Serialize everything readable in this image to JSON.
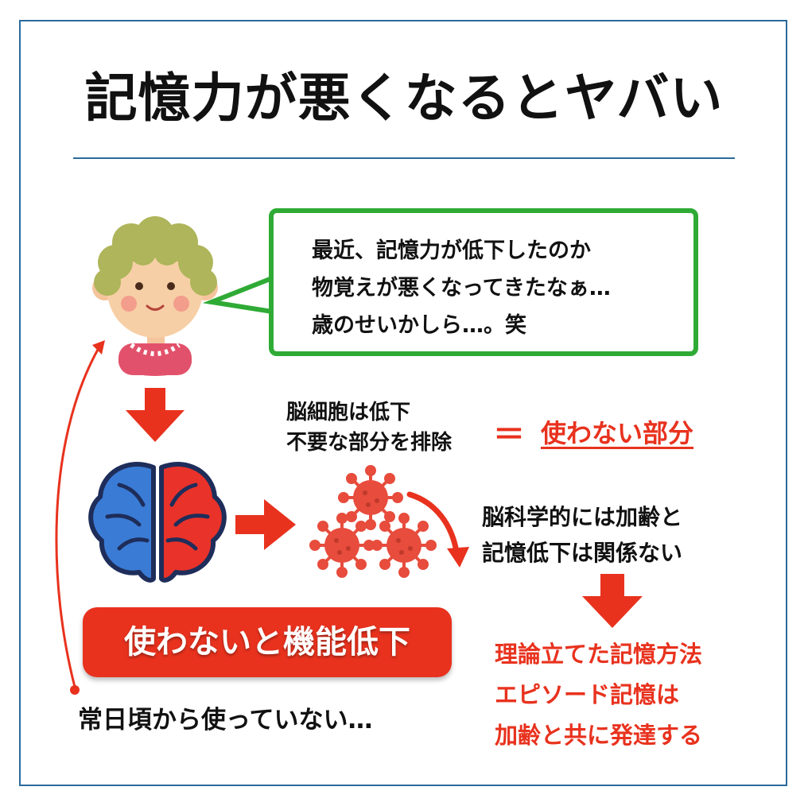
{
  "title": "記憶力が悪くなるとヤバい",
  "speech": {
    "lines": [
      "最近、記憶力が低下したのか",
      "物覚えが悪くなってきたなぁ…",
      "歳のせいかしら…。笑"
    ]
  },
  "brain_cells": {
    "lines": [
      "脳細胞は低下",
      "不要な部分を排除"
    ],
    "equals": "＝",
    "result": "使わない部分"
  },
  "science": {
    "lines": [
      "脳科学的には加齢と",
      "記憶低下は関係ない"
    ]
  },
  "conclusion": {
    "lines": [
      "理論立てた記憶方法",
      "エピソード記憶は",
      "加齢と共に発達する"
    ]
  },
  "use_it_label": "使わないと機能低下",
  "daily_text": "常日頃から使っていない…",
  "colors": {
    "accent_red": "#e8321e",
    "bubble_green": "#2fab35",
    "frame_blue": "#2b6a9c",
    "brain_blue": "#3a7bd5",
    "brain_red": "#e8322a",
    "virus_red": "#e74c3c"
  },
  "icons": [
    "grandmother-avatar-icon",
    "brain-icon",
    "virus-icon",
    "down-arrow-icon",
    "right-arrow-icon",
    "curved-arrow-icon"
  ]
}
